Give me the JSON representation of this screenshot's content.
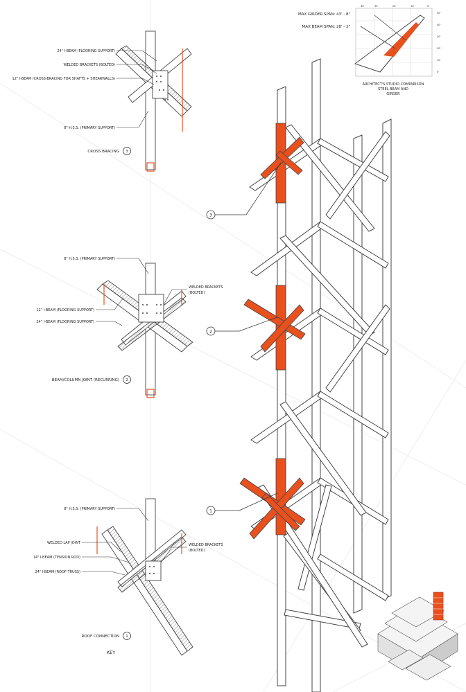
{
  "title_block": {
    "heading": "ARCHITECT'S STUDIO COMPARISON",
    "sub1": "STEEL BEAM AND",
    "sub2": "GIRDER"
  },
  "chart": {
    "label_a": "MAX GIRDER SPAN: 43' - 8\"",
    "label_b": "MAX BEAM SPAN: 28' - 2\"",
    "left_ticks": [
      "50'",
      "40'",
      "30'",
      "20'",
      "10'",
      "0'"
    ],
    "top_ticks": [
      "40'",
      "30'",
      "20'",
      "10'",
      "0'"
    ]
  },
  "callouts": {
    "one": "1",
    "two": "2",
    "three": "3"
  },
  "detail3": {
    "title": "CROSS BRACING",
    "labels": [
      "24\" I-BEAM (FLOORING SUPPORT)",
      "WELDED BRACKETS (BOLTED)",
      "12\" I-BEAM (CROSS-BRACING FOR SHAFTS + SHEARWALLS)",
      "8\" H.S.S. (PRIMARY SUPPORT)"
    ]
  },
  "detail2": {
    "title": "BEAM/COLUMN JOINT (RECURRING)",
    "labels": [
      "8\" H.S.S. (PRIMARY SUPPORT)",
      "12\" I-BEAM (FLOORING SUPPORT)",
      "24\" I-BEAM (FLOORING SUPPORT)"
    ],
    "right_label_1": "WELDED BRACKETS",
    "right_label_2": "(BOLTED)"
  },
  "detail1": {
    "title": "ROOF CONNECTION",
    "labels": [
      "8\" H.S.S. (PRIMARY SUPPORT)",
      "WELDED LAP JOINT",
      "14\" I-BEAM (TENSION ROD)",
      "24\" I-BEAM (ROOF TRUSS)"
    ],
    "right_label_1": "WELDED BRACKETS",
    "right_label_2": "(BOLTED)"
  },
  "key": {
    "label": "KEY"
  },
  "colors": {
    "accent": "#e8501e",
    "line": "#333333",
    "light": "#bbbbbb"
  }
}
